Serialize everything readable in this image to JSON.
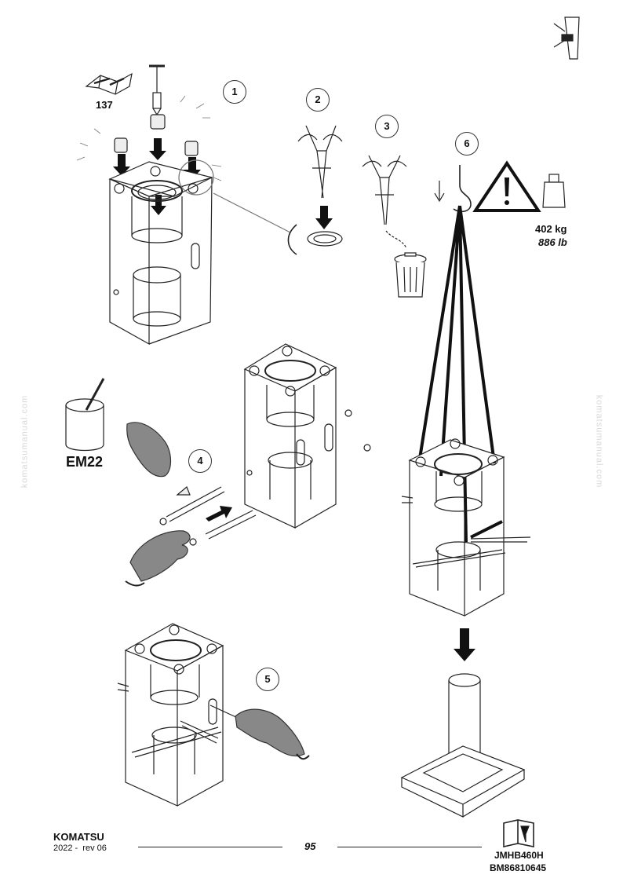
{
  "header": {
    "ref_manual_page": "137"
  },
  "steps": [
    "1",
    "2",
    "3",
    "4",
    "5",
    "6"
  ],
  "labels": {
    "grease": "EM22",
    "weight_kg": "402 kg",
    "weight_lb": "886 lb"
  },
  "watermark": "komatsumanual.com",
  "footer": {
    "brand": "KOMATSU",
    "revision": "2022 -  rev 06",
    "page_number": "95",
    "model": "JMHB460H",
    "doc_code": "BM86810645"
  },
  "icons": [
    "manual-book-icon",
    "hammer-section-icon",
    "warning-triangle-icon",
    "weight-icon",
    "lifting-hook-icon",
    "wrench-manual-icon",
    "trash-bin-icon",
    "grease-pot-icon"
  ]
}
